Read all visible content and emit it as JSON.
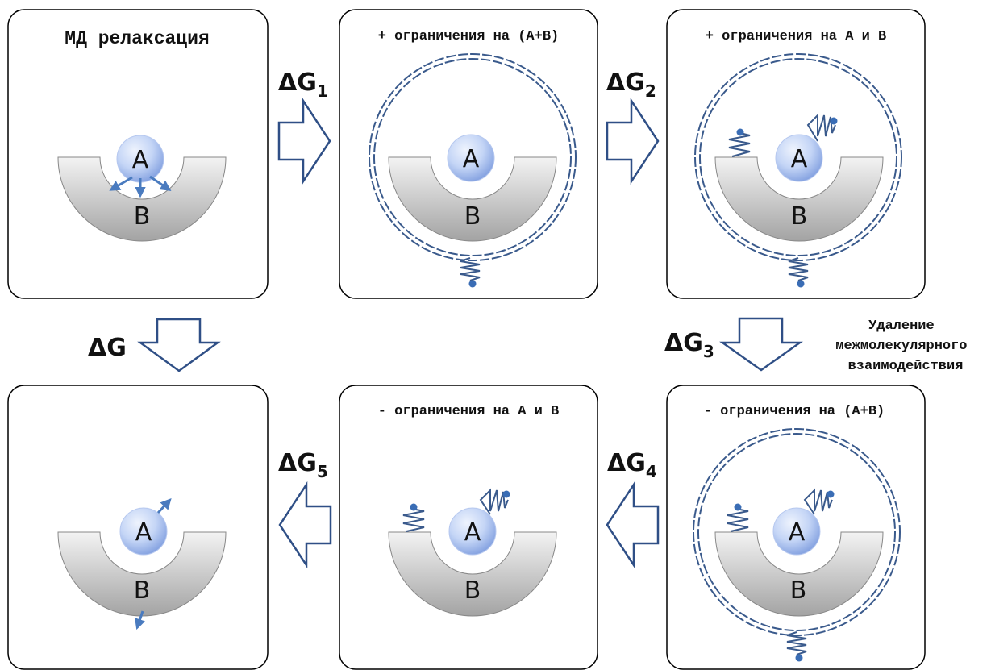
{
  "panels": [
    {
      "id": "p1",
      "title": "МД релаксация",
      "molecule_a": "A",
      "molecule_b": "B"
    },
    {
      "id": "p2",
      "title": "+ ограничения на (A+B)",
      "molecule_a": "A",
      "molecule_b": "B"
    },
    {
      "id": "p3",
      "title": "+ ограничения на A и B",
      "molecule_a": "A",
      "molecule_b": "B"
    },
    {
      "id": "p4",
      "title": "",
      "molecule_a": "A",
      "molecule_b": "B"
    },
    {
      "id": "p5",
      "title": "- ограничения на A и B",
      "molecule_a": "A",
      "molecule_b": "B"
    },
    {
      "id": "p6",
      "title": "- ограничения на (A+B)",
      "molecule_a": "A",
      "molecule_b": "B"
    }
  ],
  "transitions": {
    "dg": {
      "main": "ΔG",
      "sub": ""
    },
    "dg1": {
      "main": "ΔG",
      "sub": "1"
    },
    "dg2": {
      "main": "ΔG",
      "sub": "2"
    },
    "dg3": {
      "main": "ΔG",
      "sub": "3"
    },
    "dg4": {
      "main": "ΔG",
      "sub": "4"
    },
    "dg5": {
      "main": "ΔG",
      "sub": "5"
    }
  },
  "dg3_note": [
    "Удаление",
    "межмолекулярного",
    "взаимодействия"
  ],
  "colors": {
    "arrow_stroke": "#2f4f86",
    "restraint": "#3a5a8c",
    "sphere_light": "#dbe6fb",
    "sphere_dark": "#8ea9e6",
    "shell_light": "#efefef",
    "shell_dark": "#9c9c9c",
    "motion_arrow": "#4a7bbf"
  }
}
